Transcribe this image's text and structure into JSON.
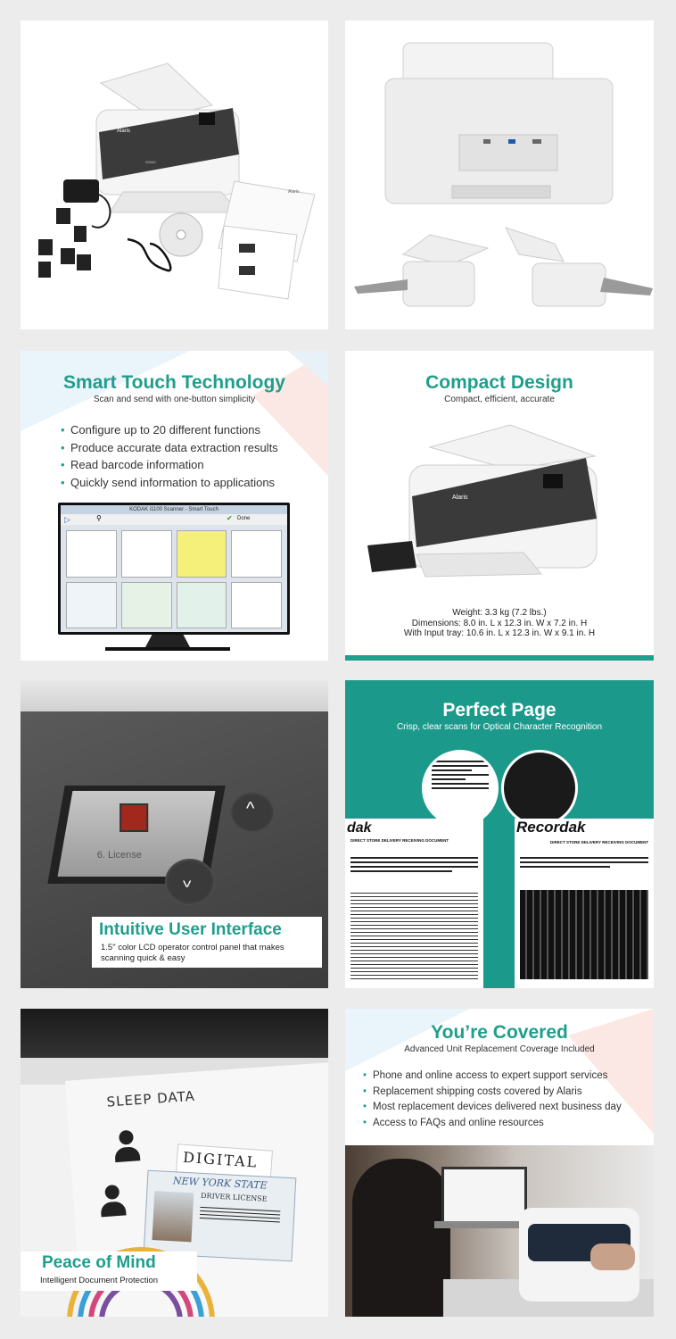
{
  "tile_contents": {
    "scanner_brand": "Alaris",
    "scanner_model": "S2040",
    "sheet_brand": "Alaris"
  },
  "smart_touch": {
    "title": "Smart Touch Technology",
    "subtitle": "Scan and send with one-button simplicity",
    "bullets": [
      "Configure up to 20 different functions",
      "Produce accurate data extraction results",
      "Read barcode information",
      "Quickly send information to applications"
    ],
    "window_title": "KODAK i1100 Scanner - Smart Touch",
    "done_label": "Done"
  },
  "compact": {
    "title": "Compact Design",
    "subtitle": "Compact, efficient, accurate",
    "specs": [
      "Weight: 3.3 kg (7.2 lbs.)",
      "Dimensions: 8.0 in. L x 12.3 in. W x 7.2 in. H",
      "With Input tray: 10.6 in. L x 12.3 in. W x 9.1 in. H"
    ],
    "scanner_brand": "Alaris"
  },
  "interface": {
    "title": "Intuitive User Interface",
    "subtitle": "1.5\" color LCD operator control panel that makes scanning quick & easy",
    "lcd_label": "6. License",
    "up_glyph": "^",
    "down_glyph": "^"
  },
  "perfect_page": {
    "title": "Perfect Page",
    "subtitle": "Crisp, clear scans for Optical Character Recognition",
    "doc_left_logo": "dak",
    "doc_right_logo": "Recordak",
    "doc_header": "DIRECT STORE DELIVERY RECEIVING DOCUMENT"
  },
  "peace": {
    "title": "Peace of Mind",
    "subtitle": "Intelligent Document Protection",
    "sleep_data": "SLEEP DATA",
    "digital": "DIGITAL",
    "state": "NEW YORK STATE",
    "license": "DRIVER LICENSE"
  },
  "covered": {
    "title": "You’re Covered",
    "subtitle": "Advanced Unit Replacement Coverage Included",
    "bullets": [
      "Phone and online access to expert support services",
      "Replacement shipping costs covered by Alaris",
      "Most replacement devices delivered next business day",
      "Access to FAQs and online resources"
    ]
  },
  "colors": {
    "teal": "#1f9e8c",
    "panel_teal": "#1b9a8b",
    "dark_panel": "#4a4a4a"
  }
}
